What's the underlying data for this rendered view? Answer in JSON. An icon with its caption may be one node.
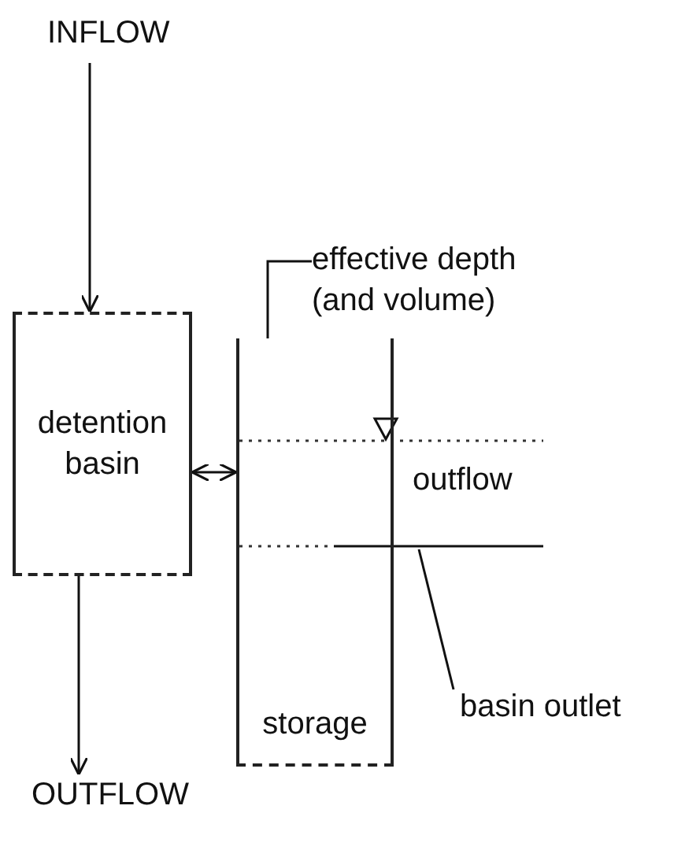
{
  "diagram": {
    "nodes": [
      {
        "text": [
          "INFLOW"
        ]
      },
      {
        "text": [
          "detention basin"
        ]
      },
      {
        "text": [
          "storage"
        ]
      },
      {
        "text": [
          "OUTFLOW"
        ]
      },
      {
        "text": [
          "effective depth (and volume)"
        ]
      },
      {
        "text": [
          "basin outlet"
        ]
      }
    ],
    "edges": [
      {
        "from": 0,
        "to": 1,
        "arrow": "to"
      },
      {
        "from": 1,
        "to": 2,
        "arrow": "both"
      },
      {
        "from": 1,
        "to": 3,
        "arrow": "to"
      },
      {
        "from": 4,
        "to": 2,
        "arrow": "none"
      },
      {
        "from": 5,
        "to": null,
        "arrow": "none"
      }
    ],
    "labels": [
      "outflow"
    ]
  }
}
